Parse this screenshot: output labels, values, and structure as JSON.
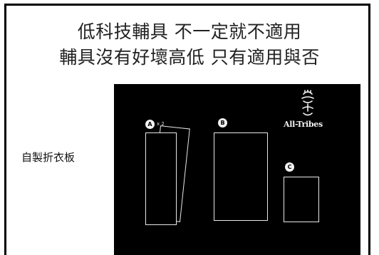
{
  "slide": {
    "title_line1": "低科技輔具 不一定就不適用",
    "title_line2": "輔具沒有好壞高低 只有適用與否",
    "side_label": "自製折衣板"
  },
  "photo": {
    "badge_a": "A",
    "badge_a_count": "x 2",
    "badge_b": "B",
    "badge_c": "C",
    "brand": "All-Tribes"
  }
}
